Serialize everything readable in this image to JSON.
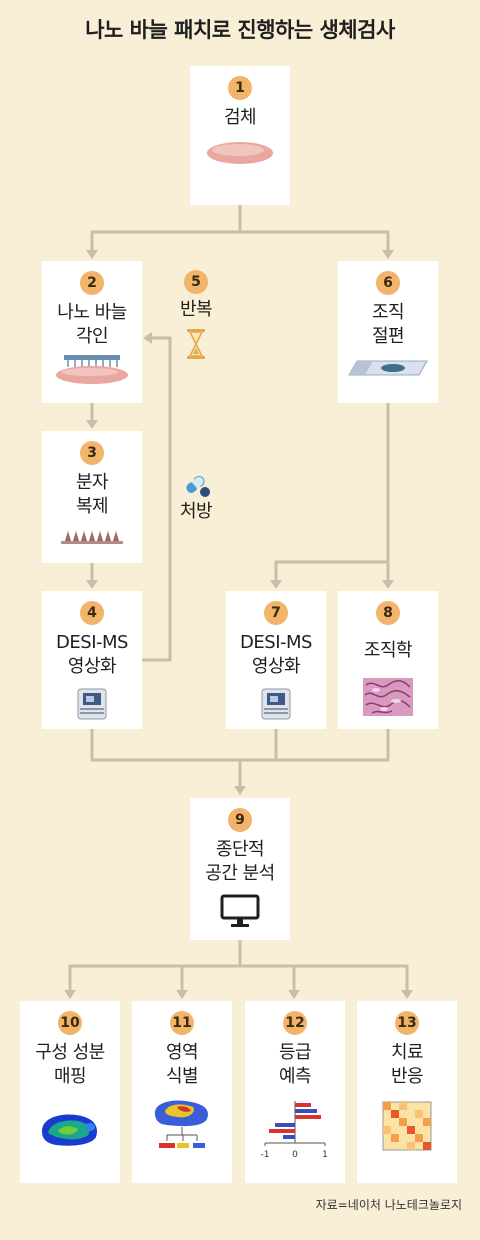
{
  "title": "나노 바늘 패치로 진행하는 생체검사",
  "steps": [
    {
      "num": "1",
      "label": "검체",
      "icon": "tissue-sample-icon"
    },
    {
      "num": "2",
      "label": "나노 바늘\n각인",
      "icon": "nanoneedle-patch-icon"
    },
    {
      "num": "3",
      "label": "분자\n복제",
      "icon": "nanoneedle-array-icon"
    },
    {
      "num": "4",
      "label": "DESI-MS\n영상화",
      "icon": "mass-spectrometer-icon"
    },
    {
      "num": "5",
      "label": "반복",
      "icon": "hourglass-icon"
    },
    {
      "num": "6",
      "label": "조직\n절편",
      "icon": "tissue-slide-icon"
    },
    {
      "num": "7",
      "label": "DESI-MS\n영상화",
      "icon": "mass-spectrometer-icon"
    },
    {
      "num": "8",
      "label": "조직학",
      "icon": "histology-icon"
    },
    {
      "num": "9",
      "label": "종단적\n공간 분석",
      "icon": "monitor-icon"
    },
    {
      "num": "10",
      "label": "구성 성분\n매핑",
      "icon": "composition-map-icon"
    },
    {
      "num": "11",
      "label": "영역\n식별",
      "icon": "region-identification-icon"
    },
    {
      "num": "12",
      "label": "등급\n예측",
      "icon": "grade-prediction-chart-icon"
    },
    {
      "num": "13",
      "label": "치료\n반응",
      "icon": "treatment-response-heatmap-icon"
    }
  ],
  "prescription": {
    "label": "처방",
    "icon": "pill-capsule-icon"
  },
  "grade_chart_ticks": [
    "-1",
    "0",
    "1"
  ],
  "source": "자료=네이처 나노테크놀로지",
  "colors": {
    "background": "#f8efd6",
    "badge": "#f2b36b",
    "connector": "#c7bfa8",
    "box": "#ffffff"
  }
}
